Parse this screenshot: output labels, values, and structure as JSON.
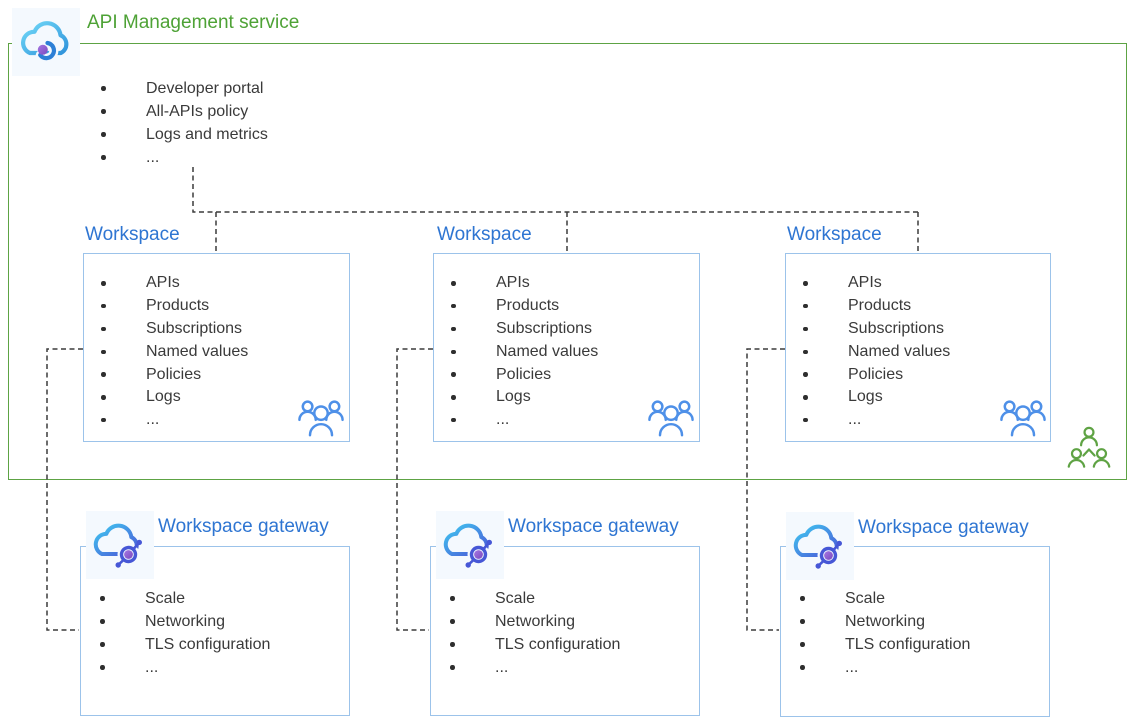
{
  "service": {
    "title": "API Management service",
    "icon": "api-management-cloud-icon",
    "items": [
      "Developer portal",
      "All-APIs policy",
      "Logs and metrics",
      "..."
    ]
  },
  "workspaces": [
    {
      "title": "Workspace",
      "icon": "team-people-icon",
      "items": [
        "APIs",
        "Products",
        "Subscriptions",
        "Named values",
        "Policies",
        "Logs",
        "..."
      ]
    },
    {
      "title": "Workspace",
      "icon": "team-people-icon",
      "items": [
        "APIs",
        "Products",
        "Subscriptions",
        "Named values",
        "Policies",
        "Logs",
        "..."
      ]
    },
    {
      "title": "Workspace",
      "icon": "team-people-icon",
      "items": [
        "APIs",
        "Products",
        "Subscriptions",
        "Named values",
        "Policies",
        "Logs",
        "..."
      ]
    }
  ],
  "gateways": [
    {
      "title": "Workspace gateway",
      "icon": "workspace-gateway-cloud-icon",
      "items": [
        "Scale",
        "Networking",
        "TLS configuration",
        "..."
      ]
    },
    {
      "title": "Workspace gateway",
      "icon": "workspace-gateway-cloud-icon",
      "items": [
        "Scale",
        "Networking",
        "TLS configuration",
        "..."
      ]
    },
    {
      "title": "Workspace gateway",
      "icon": "workspace-gateway-cloud-icon",
      "items": [
        "Scale",
        "Networking",
        "TLS configuration",
        "..."
      ]
    }
  ],
  "consumers_icon": "service-users-people-icon",
  "colors": {
    "service_green": "#4EA236",
    "border_green": "#5DA344",
    "title_blue": "#2E75D2",
    "box_border_blue": "#9CC3EA",
    "body_text": "#3A3A3A",
    "connector_dash": "#3C3C3C",
    "people_blue": "#4E90E8",
    "people_green": "#5FA344"
  }
}
